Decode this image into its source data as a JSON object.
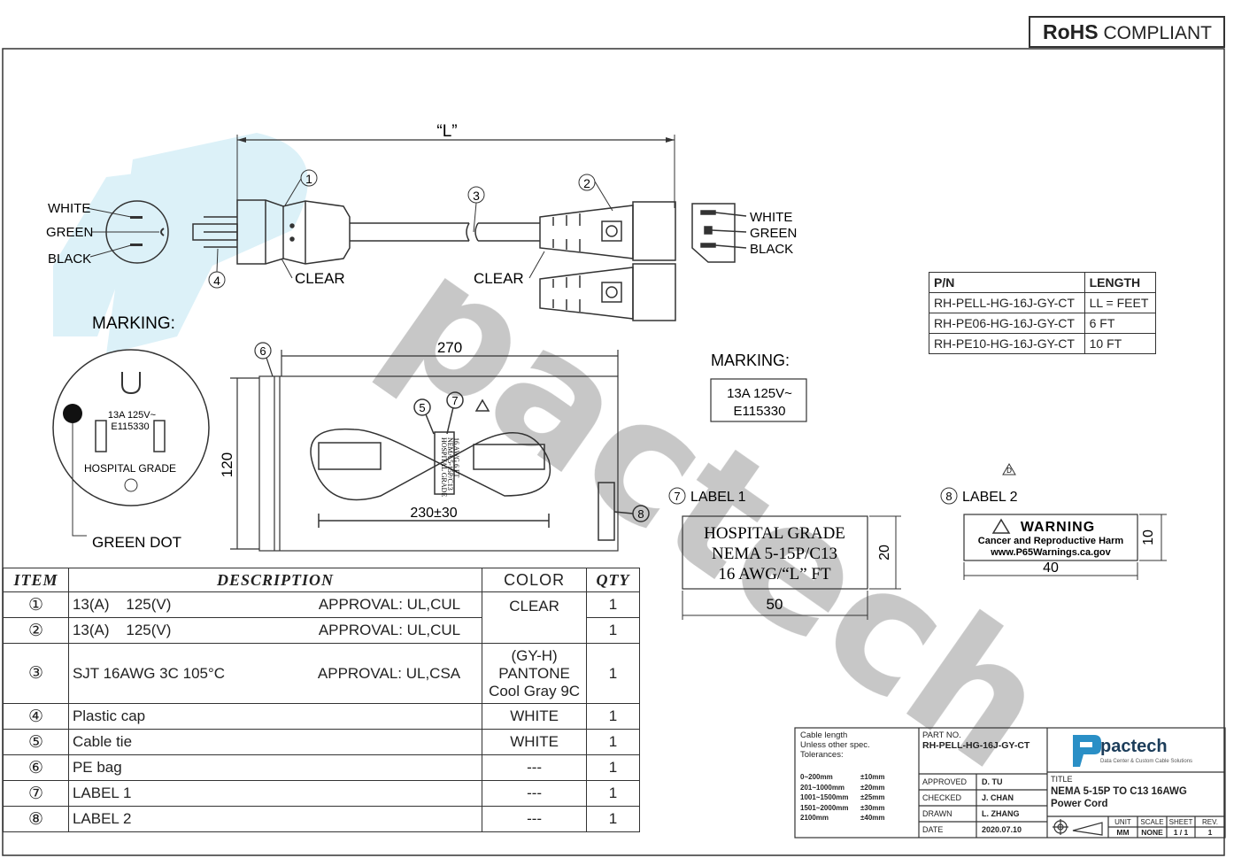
{
  "header": {
    "rohs_bold": "RoHS",
    "rohs_rest": "COMPLIANT"
  },
  "drawing": {
    "dim_L": "“L”",
    "plug_wires": [
      "WHITE",
      "GREEN",
      "BLACK"
    ],
    "connector_wires": [
      "WHITE",
      "GREEN",
      "BLACK"
    ],
    "clear_left": "CLEAR",
    "clear_right": "CLEAR",
    "callouts": [
      "1",
      "2",
      "3",
      "4",
      "5",
      "6",
      "7",
      "8"
    ],
    "marking_title": "MARKING:",
    "marking_face": [
      "13A 125V~",
      "E115330",
      "HOSPITAL GRADE"
    ],
    "green_dot": "GREEN  DOT",
    "bag_width": "270",
    "bag_height": "120",
    "loop_length": "230±30",
    "label_print": [
      "HOSPITAL GRADE",
      "NEMA 5-15P/C13",
      "16 AWG 6 FT"
    ],
    "marking2_title": "MARKING:",
    "marking2_lines": [
      "13A 125V~",
      "E115330"
    ],
    "label1_title": "LABEL 1",
    "label1_lines": [
      "HOSPITAL GRADE",
      "NEMA 5-15P/C13",
      "16 AWG/“L” FT"
    ],
    "label1_w": "50",
    "label1_h": "20",
    "label2_title": "LABEL 2",
    "label2_warning": "WARNING",
    "label2_lines": [
      "Cancer and Reproductive Harm",
      "www.P65Warnings.ca.gov"
    ],
    "label2_w": "40",
    "label2_h": "10",
    "revision_mark": "D"
  },
  "pn_table": {
    "headers": [
      "P/N",
      "LENGTH"
    ],
    "rows": [
      [
        "RH-PELL-HG-16J-GY-CT",
        "LL = FEET"
      ],
      [
        "RH-PE06-HG-16J-GY-CT",
        "6 FT"
      ],
      [
        "RH-PE10-HG-16J-GY-CT",
        "10 FT"
      ]
    ]
  },
  "bom": {
    "headers": [
      "ITEM",
      "DESCRIPTION",
      "COLOR",
      "QTY"
    ],
    "rows": [
      {
        "item": "①",
        "desc": "13(A)    125(V)",
        "approval": "APPROVAL: UL,CUL",
        "color": "CLEAR",
        "qty": "1"
      },
      {
        "item": "②",
        "desc": "13(A)    125(V)",
        "approval": "APPROVAL: UL,CUL",
        "color": "",
        "qty": "1"
      },
      {
        "item": "③",
        "desc": "SJT 16AWG 3C 105°C",
        "approval": "APPROVAL: UL,CSA",
        "color": "(GY-H) PANTONE Cool Gray 9C",
        "qty": "1"
      },
      {
        "item": "④",
        "desc": "Plastic cap",
        "approval": "",
        "color": "WHITE",
        "qty": "1"
      },
      {
        "item": "⑤",
        "desc": "Cable tie",
        "approval": "",
        "color": "WHITE",
        "qty": "1"
      },
      {
        "item": "⑥",
        "desc": "PE bag",
        "approval": "",
        "color": "---",
        "qty": "1"
      },
      {
        "item": "⑦",
        "desc": "LABEL 1",
        "approval": "",
        "color": "---",
        "qty": "1"
      },
      {
        "item": "⑧",
        "desc": "LABEL 2",
        "approval": "",
        "color": "---",
        "qty": "1"
      }
    ]
  },
  "title_block": {
    "tol_title": [
      "Cable length",
      "Unless other spec.",
      "Tolerances:"
    ],
    "tolerances": [
      [
        "0~200mm",
        "±10mm"
      ],
      [
        "201~1000mm",
        "±20mm"
      ],
      [
        "1001~1500mm",
        "±25mm"
      ],
      [
        "1501~2000mm",
        "±30mm"
      ],
      [
        "2100mm",
        "±40mm"
      ]
    ],
    "part_no_label": "PART NO.",
    "part_no": "RH-PELL-HG-16J-GY-CT",
    "approved_label": "APPROVED",
    "approved": "D. TU",
    "checked_label": "CHECKED",
    "checked": "J. CHAN",
    "drawn_label": "DRAWN",
    "drawn": "L. ZHANG",
    "date_label": "DATE",
    "date": "2020.07.10",
    "brand": "pactech",
    "brand_tagline": "Data Center & Custom Cable Solutions",
    "title_label": "TITLE",
    "title_line1": "NEMA 5-15P TO C13 16AWG",
    "title_line2": "Power Cord",
    "meta_headers": [
      "UNIT",
      "SCALE",
      "SHEET",
      "REV."
    ],
    "meta_values": [
      "MM",
      "NONE",
      "1 / 1",
      "1"
    ]
  },
  "watermark": "pactech"
}
